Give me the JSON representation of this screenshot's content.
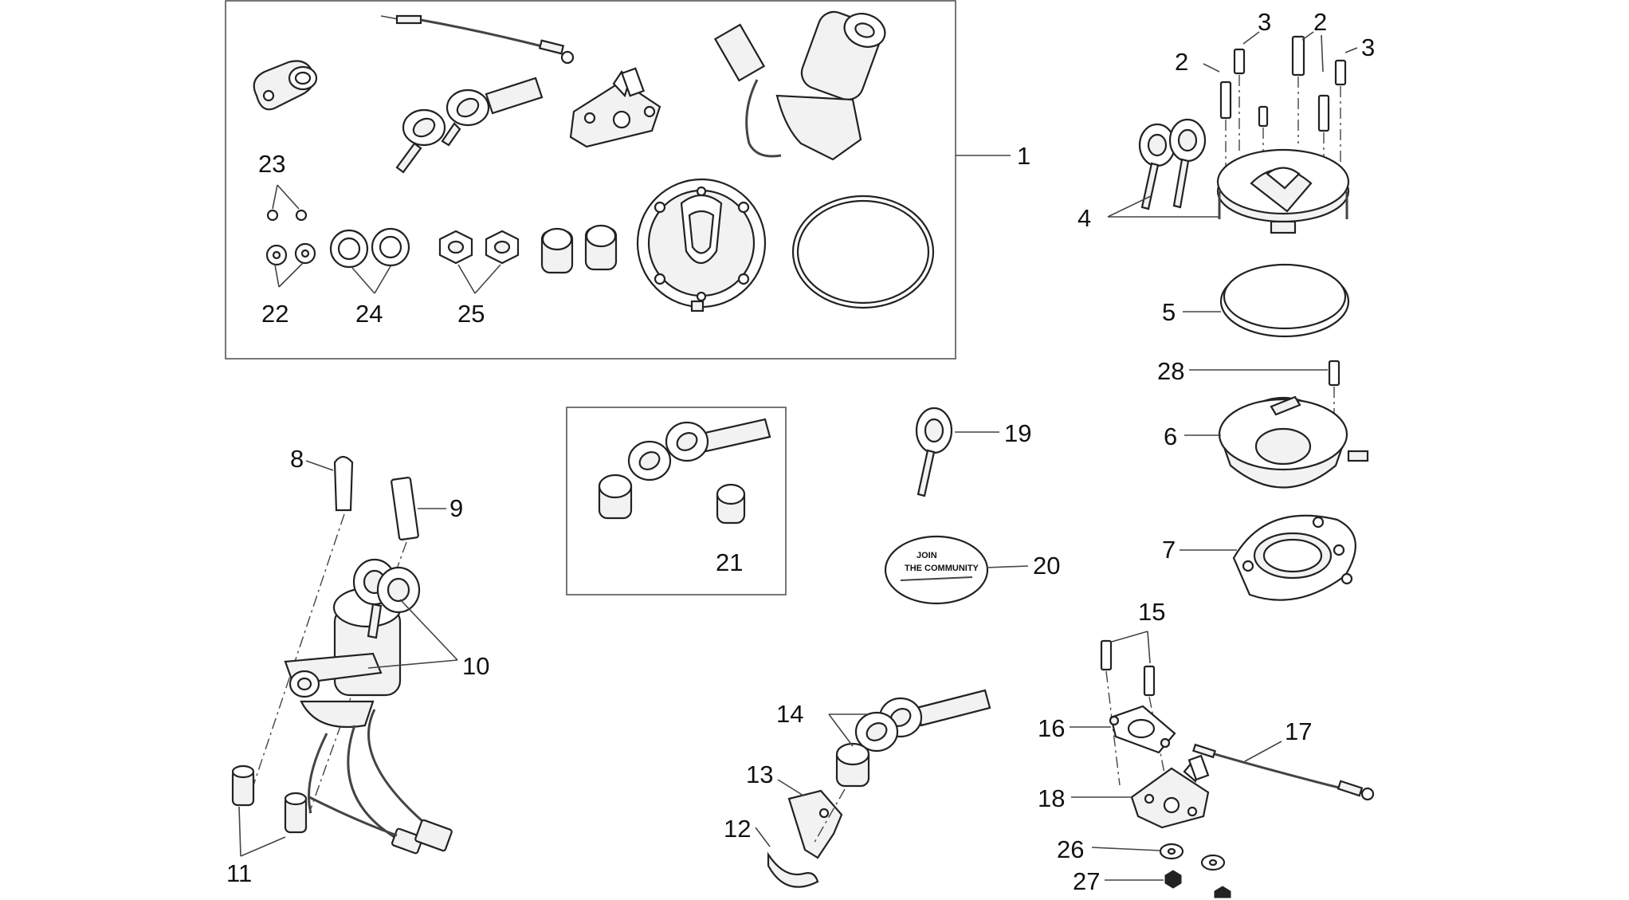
{
  "callouts": {
    "c1": "1",
    "c2a": "2",
    "c2b": "2",
    "c3a": "3",
    "c3b": "3",
    "c4": "4",
    "c5": "5",
    "c6": "6",
    "c7": "7",
    "c8": "8",
    "c9": "9",
    "c10": "10",
    "c11": "11",
    "c12": "12",
    "c13": "13",
    "c14": "14",
    "c15": "15",
    "c16": "16",
    "c17": "17",
    "c18": "18",
    "c19": "19",
    "c20": "20",
    "c21": "21",
    "c22": "22",
    "c23": "23",
    "c24": "24",
    "c25": "25",
    "c26": "26",
    "c27": "27",
    "c28": "28"
  },
  "sticker": {
    "line1": "JOIN",
    "line2": "THE COMMUNITY"
  },
  "colors": {
    "line": "#222222",
    "background": "#ffffff"
  }
}
